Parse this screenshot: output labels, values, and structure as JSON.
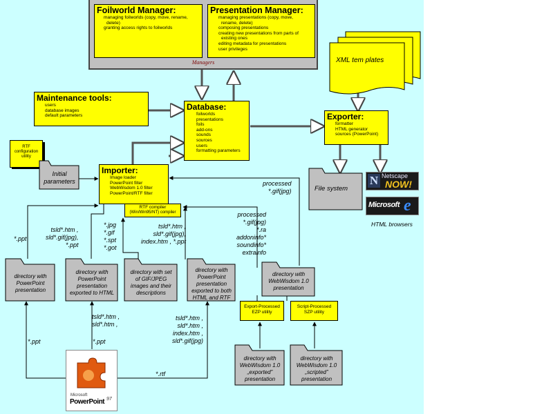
{
  "colors": {
    "background": "#ccffff",
    "box_fill": "#ffff00",
    "gray": "#c0c0c0",
    "arrow": "#555555"
  },
  "managers": {
    "caption": "Managers",
    "foilworld": {
      "title": "Foilworld Manager:",
      "items": [
        "managing foilworlds (copy, move, rename,",
        "delete)",
        "granting access rights to foilworlds"
      ]
    },
    "presentation": {
      "title": "Presentation Manager:",
      "items": [
        "managing presentations (copy, move,",
        "rename, delete)",
        "composing presentations",
        "creating new presentations from parts of",
        "existing ones",
        "editing metadata for presentations",
        "user privileges"
      ]
    }
  },
  "maintenance": {
    "title": "Maintenance tools:",
    "items": [
      "users",
      "database images",
      "default parameters"
    ]
  },
  "database": {
    "title": "Database:",
    "items": [
      "foilworlds",
      "presentations",
      "foils",
      "add-ons",
      "sounds",
      "sources",
      "users",
      "formatting parameters"
    ]
  },
  "exporter": {
    "title": "Exporter:",
    "items": [
      "formatter",
      "HTML generator",
      "sources (PowerPoint)"
    ]
  },
  "xml_templates": "XML tem plates",
  "file_system": "File system",
  "browsers": {
    "netscape": "Netscape",
    "netscape_now": "NOW!",
    "microsoft": "Microsoft",
    "caption": "HTML browsers"
  },
  "rtf_utility": [
    "RTF",
    "configuration",
    "utility"
  ],
  "initial_parameters": [
    "Initial",
    "parameters"
  ],
  "importer": {
    "title": "Importer:",
    "items": [
      "Image loader",
      "PowerPoint filter",
      "WebWisdom 1.0 filter",
      "PowerPoint/RTF filter"
    ]
  },
  "rtf_compiler": [
    "RTF compiler",
    "(Win/Win95/NT) compiler"
  ],
  "folders": {
    "ppt": [
      "directory with",
      "PowerPoint",
      "presentation"
    ],
    "html": [
      "directory with",
      "PowerPoint",
      "presentation",
      "exported to HTML"
    ],
    "gif": [
      "directory with set",
      "of GIF/JPEG",
      "images and their",
      "descriptions"
    ],
    "both": [
      "directory with",
      "PowerPoint",
      "presentation",
      "exported to both",
      "HTML and RTF"
    ],
    "webwisdom": [
      "directory with",
      "WebWisdom 1.0",
      "presentation"
    ],
    "exported": [
      "directory with",
      "WebWisdom 1.0",
      "„exported”",
      "presentation"
    ],
    "scripted": [
      "directory with",
      "WebWisdom 1.0",
      "„scripted”",
      "presentation"
    ]
  },
  "utilities": {
    "export_processed": [
      "Export-Processed",
      "EZP utility"
    ],
    "script_processed": [
      "Script-Processed",
      "SZP utility"
    ]
  },
  "labels": {
    "processed_top": [
      "processed",
      "*.gif(jpg)"
    ],
    "ppt_left": "*.ppt",
    "tsld_html": [
      "tsld*.htm ,",
      "sld*.gif(jpg),",
      "*.ppt"
    ],
    "jpg_list": [
      "*.jpg",
      "*.gif",
      "*.spt",
      "*.got"
    ],
    "tsld_index": [
      "tsld*.htm ,",
      "sld*.gif(jpg),",
      "index.htm , *.ppt"
    ],
    "processed_mid": [
      "processed",
      "*.gif(jpg)",
      "*.ra",
      "addoninfo*",
      "soundinfo*",
      "extrainfo"
    ],
    "ppt_bottom": "*.ppt",
    "tsld_sld": [
      "tsld*.htm ,",
      "sld*.htm ,"
    ],
    "ppt_mid": "*.ppt",
    "tsld_full": [
      "tsld*.htm ,",
      "sld*.htm ,",
      "index.htm ,",
      "sld*.gif(jpg)"
    ],
    "rtf": "*.rtf"
  },
  "powerpoint_logo": {
    "vendor": "Microsoft",
    "product": "PowerPoint",
    "version": "97"
  }
}
